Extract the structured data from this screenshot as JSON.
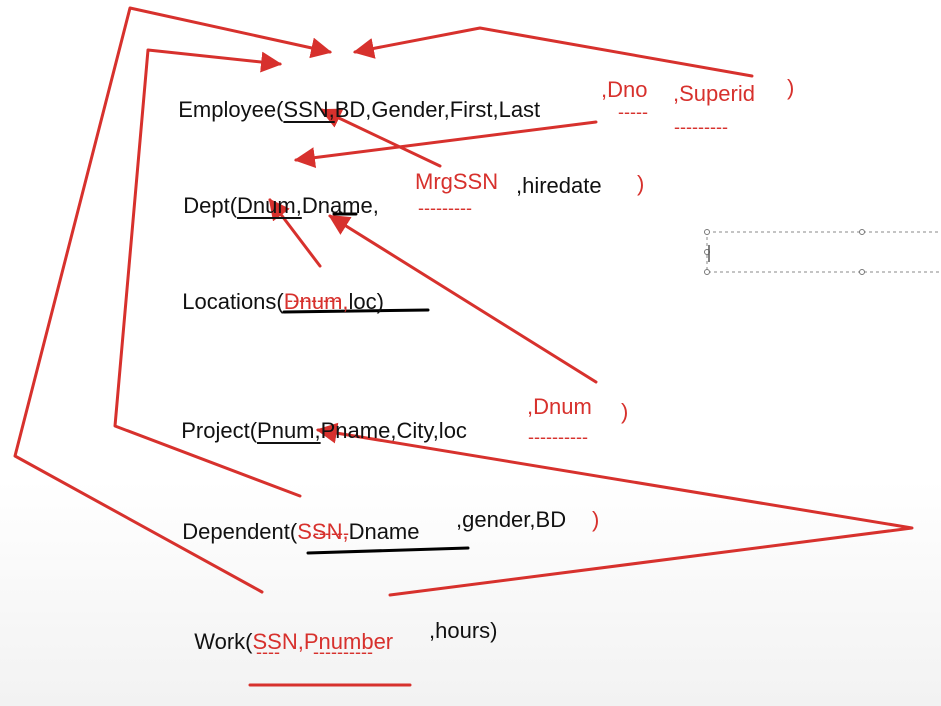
{
  "colors": {
    "annotation_red": "#d7312d",
    "text": "#111111",
    "underline_black": "#000000"
  },
  "relations": {
    "employee": {
      "name": "Employee(",
      "pk": "SSN,",
      "attrs": "BD,Gender,First,Last",
      "fk1": ",Dno",
      "fk2": ",Superid",
      "close": ")",
      "fk1_dash": "-----",
      "fk2_dash": "---------"
    },
    "dept": {
      "name": "Dept(",
      "pk": "Dnum,",
      "attrs": "Dname,",
      "fk": "MrgSSN",
      "rest": ",hiredate",
      "close": ")",
      "fk_dash": "---------"
    },
    "locations": {
      "name": "Locations(",
      "fk": "Dnum,",
      "rest": "loc)",
      "fk_dash": "---------"
    },
    "project": {
      "name": "Project(",
      "pk": "Pnum,",
      "attrs": "Pname,City,loc",
      "fk": ",Dnum",
      "close": ")",
      "fk_dash": "----------"
    },
    "dependent": {
      "name": "Dependent(",
      "fk": "SSN,",
      "attrs": "Dname",
      "rest": ",gender,BD",
      "close": ")",
      "fk_dash": "------"
    },
    "work": {
      "name": "Work(",
      "fk1": "SSN,",
      "fk2": "Pnumber",
      "rest": ",hours)",
      "fk1_dash": "----",
      "fk2_dash": "----------"
    }
  }
}
